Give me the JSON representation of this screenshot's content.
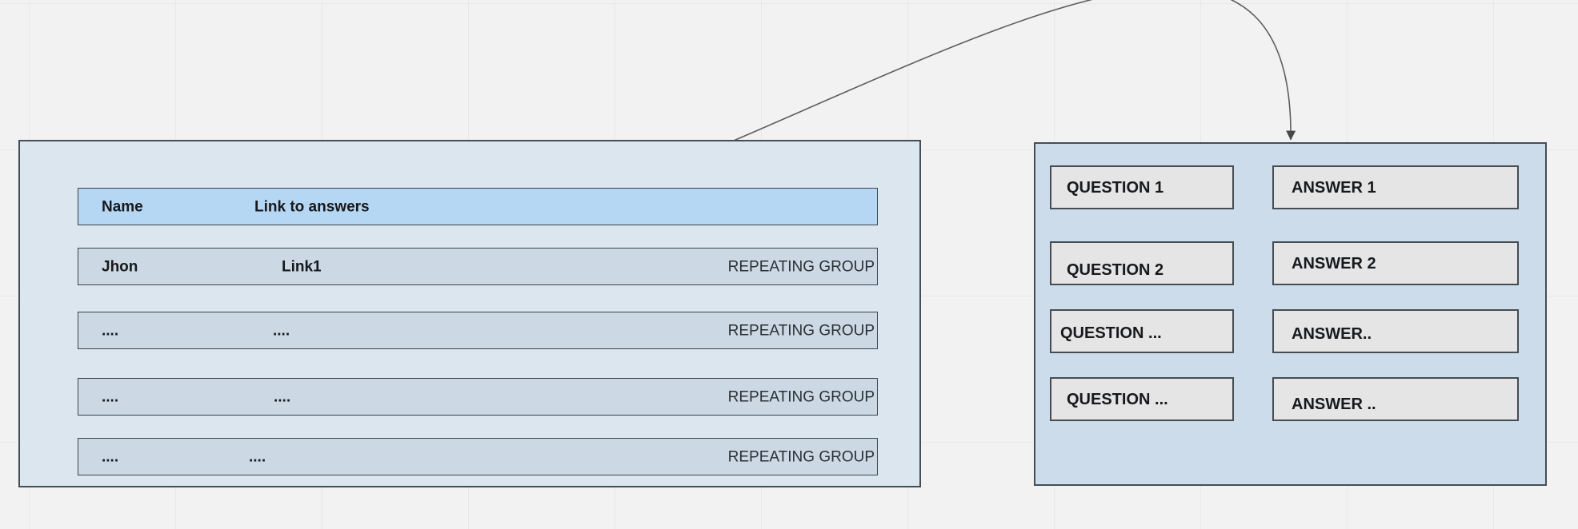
{
  "colors": {
    "background": "#f2f2f3",
    "grid_line": "#e8e8e9",
    "table_container_fill": "#dce6ef",
    "header_row_fill": "#b6d7f4",
    "data_row_fill": "#ccd9e4",
    "qa_container_fill": "#cddcea",
    "qa_box_fill": "#e5e5e6",
    "shape_border": "#454e57",
    "text": "#17191c",
    "connector": "#5e5e5e"
  },
  "answers_table": {
    "header": {
      "name": "Name",
      "link": "Link to answers"
    },
    "rows": [
      {
        "name": "Jhon",
        "link": "Link1",
        "tag": "REPEATING GROUP"
      },
      {
        "name": "....",
        "link": "....",
        "tag": "REPEATING GROUP"
      },
      {
        "name": "....",
        "link": "....",
        "tag": "REPEATING GROUP"
      },
      {
        "name": "....",
        "link": "....",
        "tag": "REPEATING GROUP"
      }
    ]
  },
  "qa_panel": {
    "pairs": [
      {
        "question": "QUESTION 1",
        "answer": "ANSWER 1"
      },
      {
        "question": "QUESTION 2",
        "answer": "ANSWER 2"
      },
      {
        "question": "QUESTION ...",
        "answer": "ANSWER.."
      },
      {
        "question": "QUESTION ...",
        "answer": "ANSWER .."
      }
    ]
  },
  "connector": {
    "from_label": "Link1",
    "to": "qa-panel-top-edge",
    "style": "curved-arrow"
  }
}
